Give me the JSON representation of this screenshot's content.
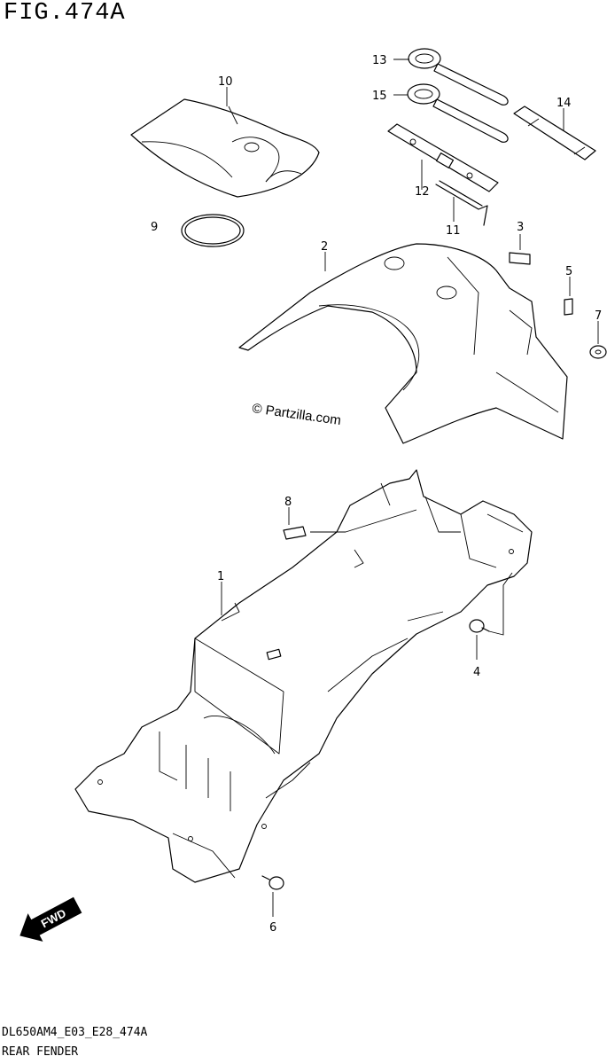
{
  "figure": {
    "title": "FIG.474A",
    "code": "DL650AM4_E03_E28_474A",
    "name": "REAR FENDER"
  },
  "watermark": "© Partzilla.com",
  "fwd_arrow": {
    "label": "FWD"
  },
  "callouts": {
    "c1": "1",
    "c2": "2",
    "c3": "3",
    "c4": "4",
    "c5": "5",
    "c6": "6",
    "c7": "7",
    "c8": "8",
    "c9": "9",
    "c10": "10",
    "c11": "11",
    "c12": "12",
    "c13": "13",
    "c14": "14",
    "c15": "15"
  }
}
